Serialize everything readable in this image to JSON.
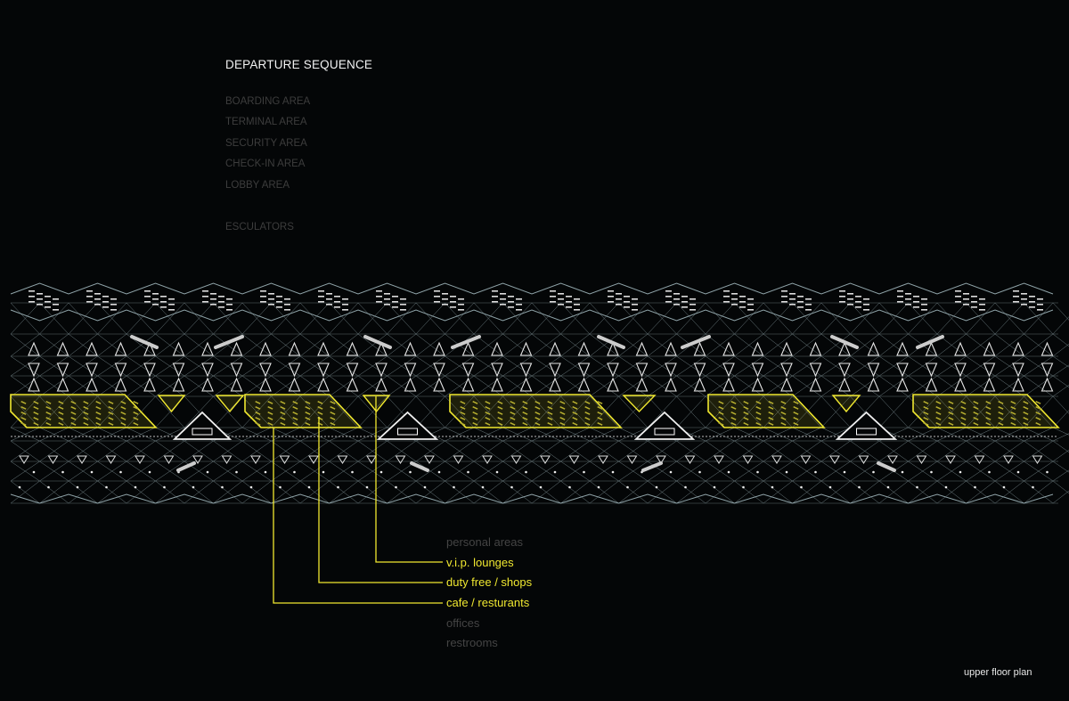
{
  "legend": {
    "title": "DEPARTURE SEQUENCE",
    "items": [
      "BOARDING AREA",
      "TERMINAL AREA",
      "SECURITY AREA",
      "CHECK-IN AREA",
      "LOBBY AREA"
    ],
    "extra": "ESCULATORS"
  },
  "program": {
    "items": [
      {
        "label": "personal areas",
        "highlight": false
      },
      {
        "label": "v.i.p. lounges",
        "highlight": true
      },
      {
        "label": "duty free / shops",
        "highlight": true
      },
      {
        "label": "cafe / resturants",
        "highlight": true
      },
      {
        "label": "offices",
        "highlight": false
      },
      {
        "label": "restrooms",
        "highlight": false
      }
    ]
  },
  "caption": "upper floor plan",
  "colors": {
    "background": "#040607",
    "highlight": "#f0e830",
    "grid": "#8fa3a8",
    "text_dim": "#444444"
  }
}
